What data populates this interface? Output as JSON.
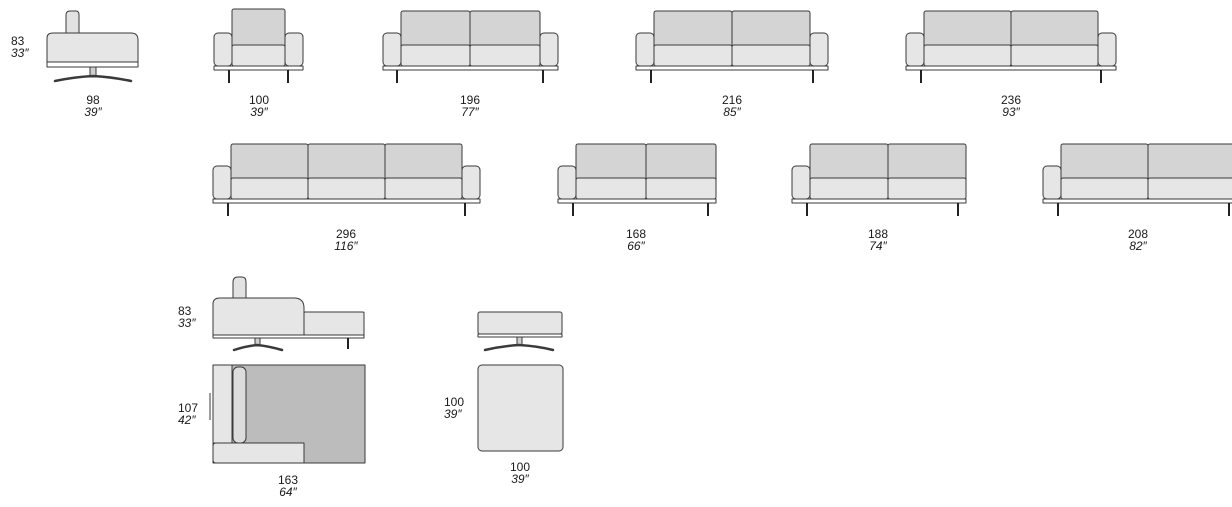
{
  "colors": {
    "outline": "#3a3a3a",
    "cushion": "#dcdcdc",
    "seat": "#e6e6e6",
    "back": "#d4d4d4",
    "chaise_top": "#bcbcbc",
    "leg": "#222222",
    "text": "#1a1a1a"
  },
  "items": [
    {
      "id": "swivel-chair",
      "width": {
        "cm": "98",
        "in": "39″"
      },
      "height": {
        "cm": "83",
        "in": "33″"
      }
    },
    {
      "id": "armchair",
      "width": {
        "cm": "100",
        "in": "39″"
      }
    },
    {
      "id": "sofa-196",
      "width": {
        "cm": "196",
        "in": "77″"
      }
    },
    {
      "id": "sofa-216",
      "width": {
        "cm": "216",
        "in": "85″"
      }
    },
    {
      "id": "sofa-236",
      "width": {
        "cm": "236",
        "in": "93″"
      }
    },
    {
      "id": "sofa-296",
      "width": {
        "cm": "296",
        "in": "116″"
      }
    },
    {
      "id": "sofa-168-one-arm",
      "width": {
        "cm": "168",
        "in": "66″"
      }
    },
    {
      "id": "sofa-188-one-arm",
      "width": {
        "cm": "188",
        "in": "74″"
      }
    },
    {
      "id": "sofa-208-one-arm",
      "width": {
        "cm": "208",
        "in": "82″"
      }
    },
    {
      "id": "chaise-longue",
      "width": {
        "cm": "163",
        "in": "64″"
      },
      "height": {
        "cm": "83",
        "in": "33″"
      },
      "depth": {
        "cm": "107",
        "in": "42″"
      }
    },
    {
      "id": "pouf",
      "width": {
        "cm": "100",
        "in": "39″"
      },
      "depth": {
        "cm": "100",
        "in": "39″"
      }
    }
  ]
}
